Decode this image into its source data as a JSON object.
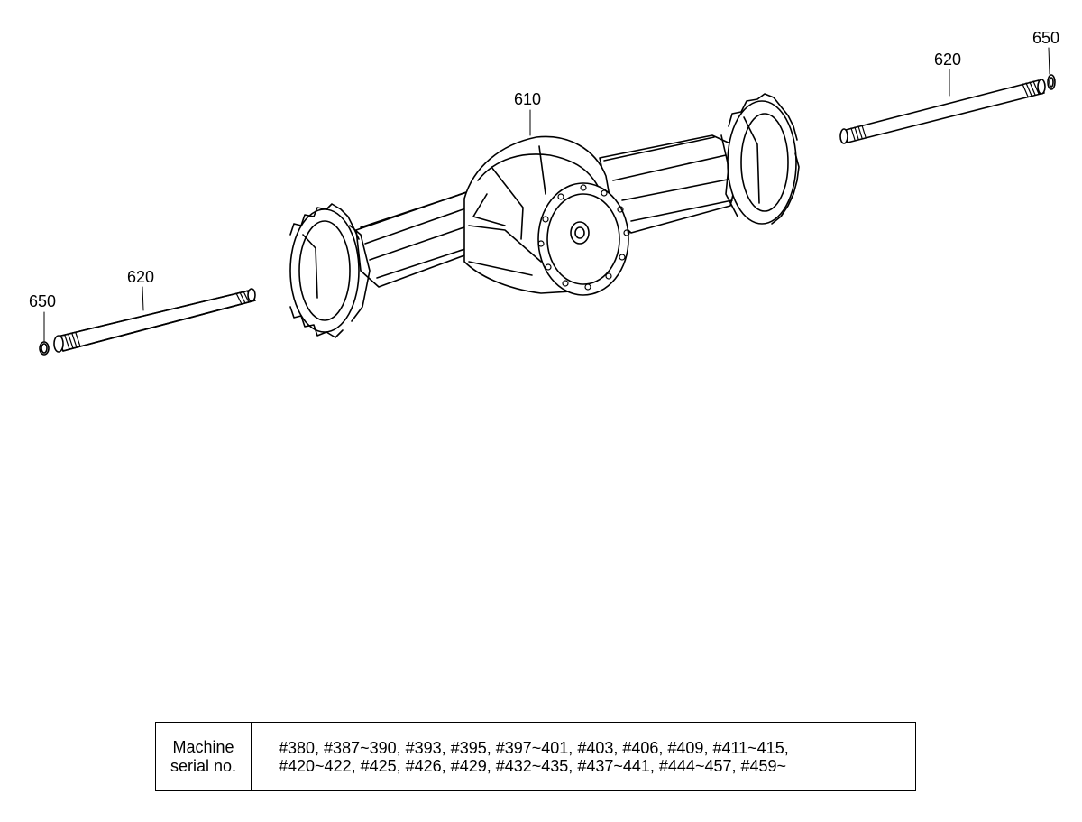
{
  "part_labels": {
    "axle_housing": "610",
    "shaft_right": "620",
    "ring_right": "650",
    "shaft_left": "620",
    "ring_left": "650"
  },
  "serial_table": {
    "header_line1": "Machine",
    "header_line2": "serial no.",
    "values_line1": "#380, #387~390, #393, #395, #397~401, #403, #406, #409, #411~415,",
    "values_line2": "#420~422, #425, #426, #429, #432~435, #437~441, #444~457, #459~"
  }
}
